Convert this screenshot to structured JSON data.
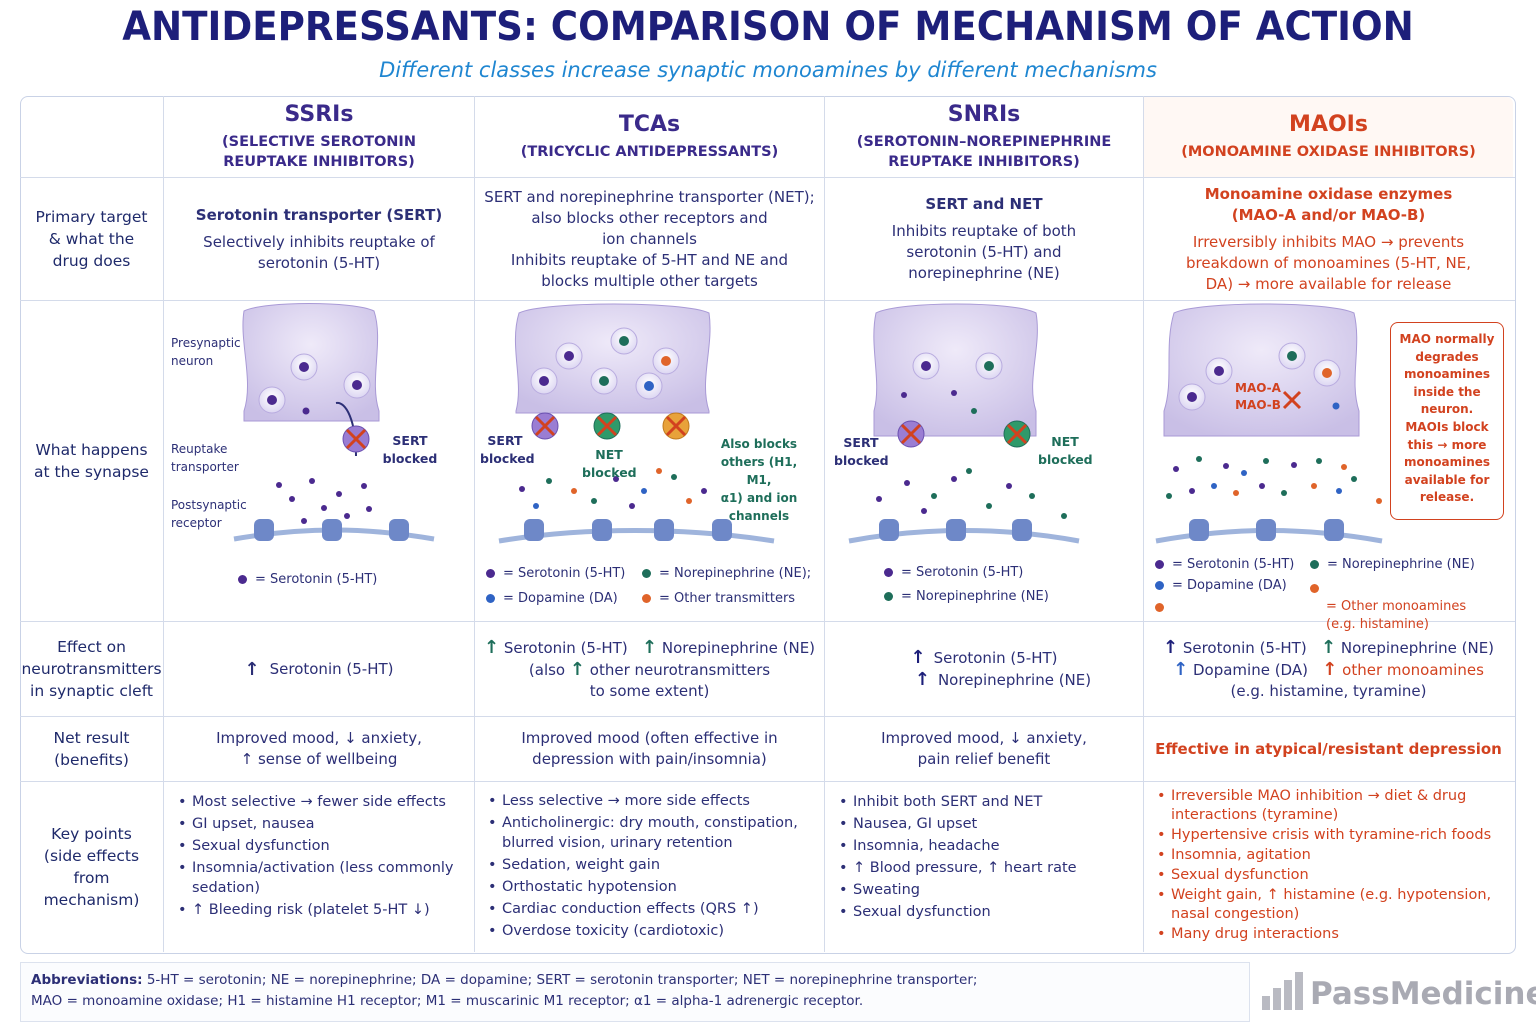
{
  "title": "ANTIDEPRESSANTS: COMPARISON OF MECHANISM OF ACTION",
  "subtitle": "Different classes increase synaptic monoamines by different mechanisms",
  "columns": [
    {
      "name": "SSRIs",
      "full": "(SELECTIVE SEROTONIN\nREUPTAKE INHIBITORS)"
    },
    {
      "name": "TCAs",
      "full": "(TRICYCLIC ANTIDEPRESSANTS)"
    },
    {
      "name": "SNRIs",
      "full": "(SEROTONIN–NOREPINEPHRINE\nREUPTAKE INHIBITORS)"
    },
    {
      "name": "MAOIs",
      "full": "(MONOAMINE OXIDASE INHIBITORS)"
    }
  ],
  "row_labels": {
    "primary": "Primary target\n& what the\ndrug does",
    "synapse": "What happens\nat the synapse",
    "effect": "Effect on\nneurotransmitters\nin synaptic cleft",
    "net": "Net result\n(benefits)",
    "key": "Key points\n(side effects from\nmechanism)"
  },
  "primary": {
    "ssri_target": "Serotonin transporter (SERT)",
    "ssri_desc": "Selectively inhibits reuptake of\nserotonin (5-HT)",
    "tca_target": "SERT and norepinephrine transporter (NET);\nalso blocks other receptors and\nion channels",
    "tca_desc": "Inhibits reuptake of 5-HT and NE and\nblocks multiple other targets",
    "snri_target": "SERT and NET",
    "snri_desc": "Inhibits reuptake of both\nserotonin (5-HT) and\nnorepinephrine (NE)",
    "maoi_target": "Monoamine oxidase enzymes\n(MAO-A and/or MAO-B)",
    "maoi_desc": "Irreversibly inhibits MAO → prevents\nbreakdown of monoamines (5-HT, NE,\nDA) → more available for release"
  },
  "synapse": {
    "presynaptic": "Presynaptic\nneuron",
    "reuptake": "Reuptake\ntransporter",
    "postsynaptic": "Postsynaptic\nreceptor",
    "sert_blocked": "SERT\nblocked",
    "net_blocked": "NET\nblocked",
    "tca_also": "Also blocks\nothers (H1, M1,\nα1) and ion\nchannels",
    "mao_a": "MAO-A",
    "mao_b": "MAO-B",
    "mao_box": "MAO normally\ndegrades\nmonoamines\ninside the\nneuron.\nMAOIs block\nthis → more\nmonoamines\navailable for\nrelease.",
    "legend": {
      "serotonin": "= Serotonin (5-HT)",
      "ne_tca": "= Norepinephrine (NE);",
      "dopamine": "= Dopamine (DA)",
      "other_tca": "= Other transmitters",
      "norepinephrine": "= Norepinephrine (NE)",
      "other_maoi": "= Other monoamines\n(e.g. histamine)"
    },
    "colors": {
      "serotonin": "#4b2a8f",
      "ne": "#1e6e5a",
      "da": "#2f63c4",
      "other": "#e0642a"
    }
  },
  "effect": {
    "ssri": "Serotonin (5-HT)",
    "tca_1": "Serotonin (5-HT)",
    "tca_2": "Norepinephrine (NE)",
    "tca_3a": "(also",
    "tca_3b": "other neurotransmitters",
    "tca_4": "to some extent)",
    "snri_1": "Serotonin (5-HT)",
    "snri_2": "Norepinephrine (NE)",
    "maoi_1": "Serotonin (5-HT)",
    "maoi_2": "Norepinephrine (NE)",
    "maoi_3": "Dopamine (DA)",
    "maoi_4": "other monoamines",
    "maoi_5": "(e.g. histamine, tyramine)",
    "arrow": "↑"
  },
  "net": {
    "ssri": "Improved mood, ↓ anxiety,\n↑ sense of wellbeing",
    "tca": "Improved mood (often effective in\ndepression with pain/insomnia)",
    "snri": "Improved mood, ↓ anxiety,\npain relief benefit",
    "maoi": "Effective in atypical/resistant depression"
  },
  "key": {
    "ssri": [
      "Most selective → fewer side effects",
      "GI upset, nausea",
      "Sexual dysfunction",
      "Insomnia/activation (less commonly\nsedation)",
      "↑ Bleeding risk (platelet 5-HT ↓)"
    ],
    "tca": [
      "Less selective → more side effects",
      "Anticholinergic: dry mouth, constipation,\nblurred vision, urinary retention",
      "Sedation, weight gain",
      "Orthostatic hypotension",
      "Cardiac conduction effects (QRS ↑)",
      "Overdose toxicity (cardiotoxic)"
    ],
    "snri": [
      "Inhibit both SERT and NET",
      "Nausea, GI upset",
      "Insomnia, headache",
      "↑ Blood pressure, ↑ heart rate",
      "Sweating",
      "Sexual dysfunction"
    ],
    "maoi": [
      "Irreversible MAO inhibition → diet & drug\ninteractions (tyramine)",
      "Hypertensive crisis with tyramine-rich foods",
      "Insomnia, agitation",
      "Sexual dysfunction",
      "Weight gain, ↑ histamine (e.g. hypotension,\nnasal congestion)",
      "Many drug interactions"
    ]
  },
  "abbreviations": {
    "label": "Abbreviations:",
    "line1": "5-HT = serotonin; NE = norepinephrine; DA = dopamine; SERT = serotonin transporter; NET = norepinephrine transporter;",
    "line2": "MAO = monoamine oxidase; H1 = histamine H1 receptor; M1 = muscarinic M1 receptor; α1 = alpha-1 adrenergic receptor."
  },
  "logo": "PassMedicine",
  "theme": {
    "navy": "#1d1f7a",
    "purple": "#3a2a8a",
    "red": "#d2421f",
    "blue": "#1f86d1"
  }
}
